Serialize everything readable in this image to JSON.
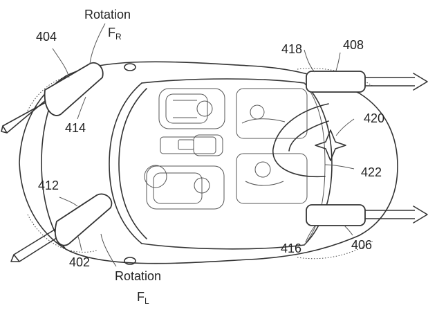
{
  "labels": {
    "n404": "404",
    "n414": "414",
    "n412": "412",
    "n402": "402",
    "n418": "418",
    "n408": "408",
    "n420": "420",
    "n422": "422",
    "n416": "416",
    "n406": "406"
  },
  "rotation_right": {
    "word": "Rotation",
    "symbol": "F",
    "subscript": "R"
  },
  "rotation_left": {
    "word": "Rotation",
    "symbol": "F",
    "subscript": "L"
  }
}
